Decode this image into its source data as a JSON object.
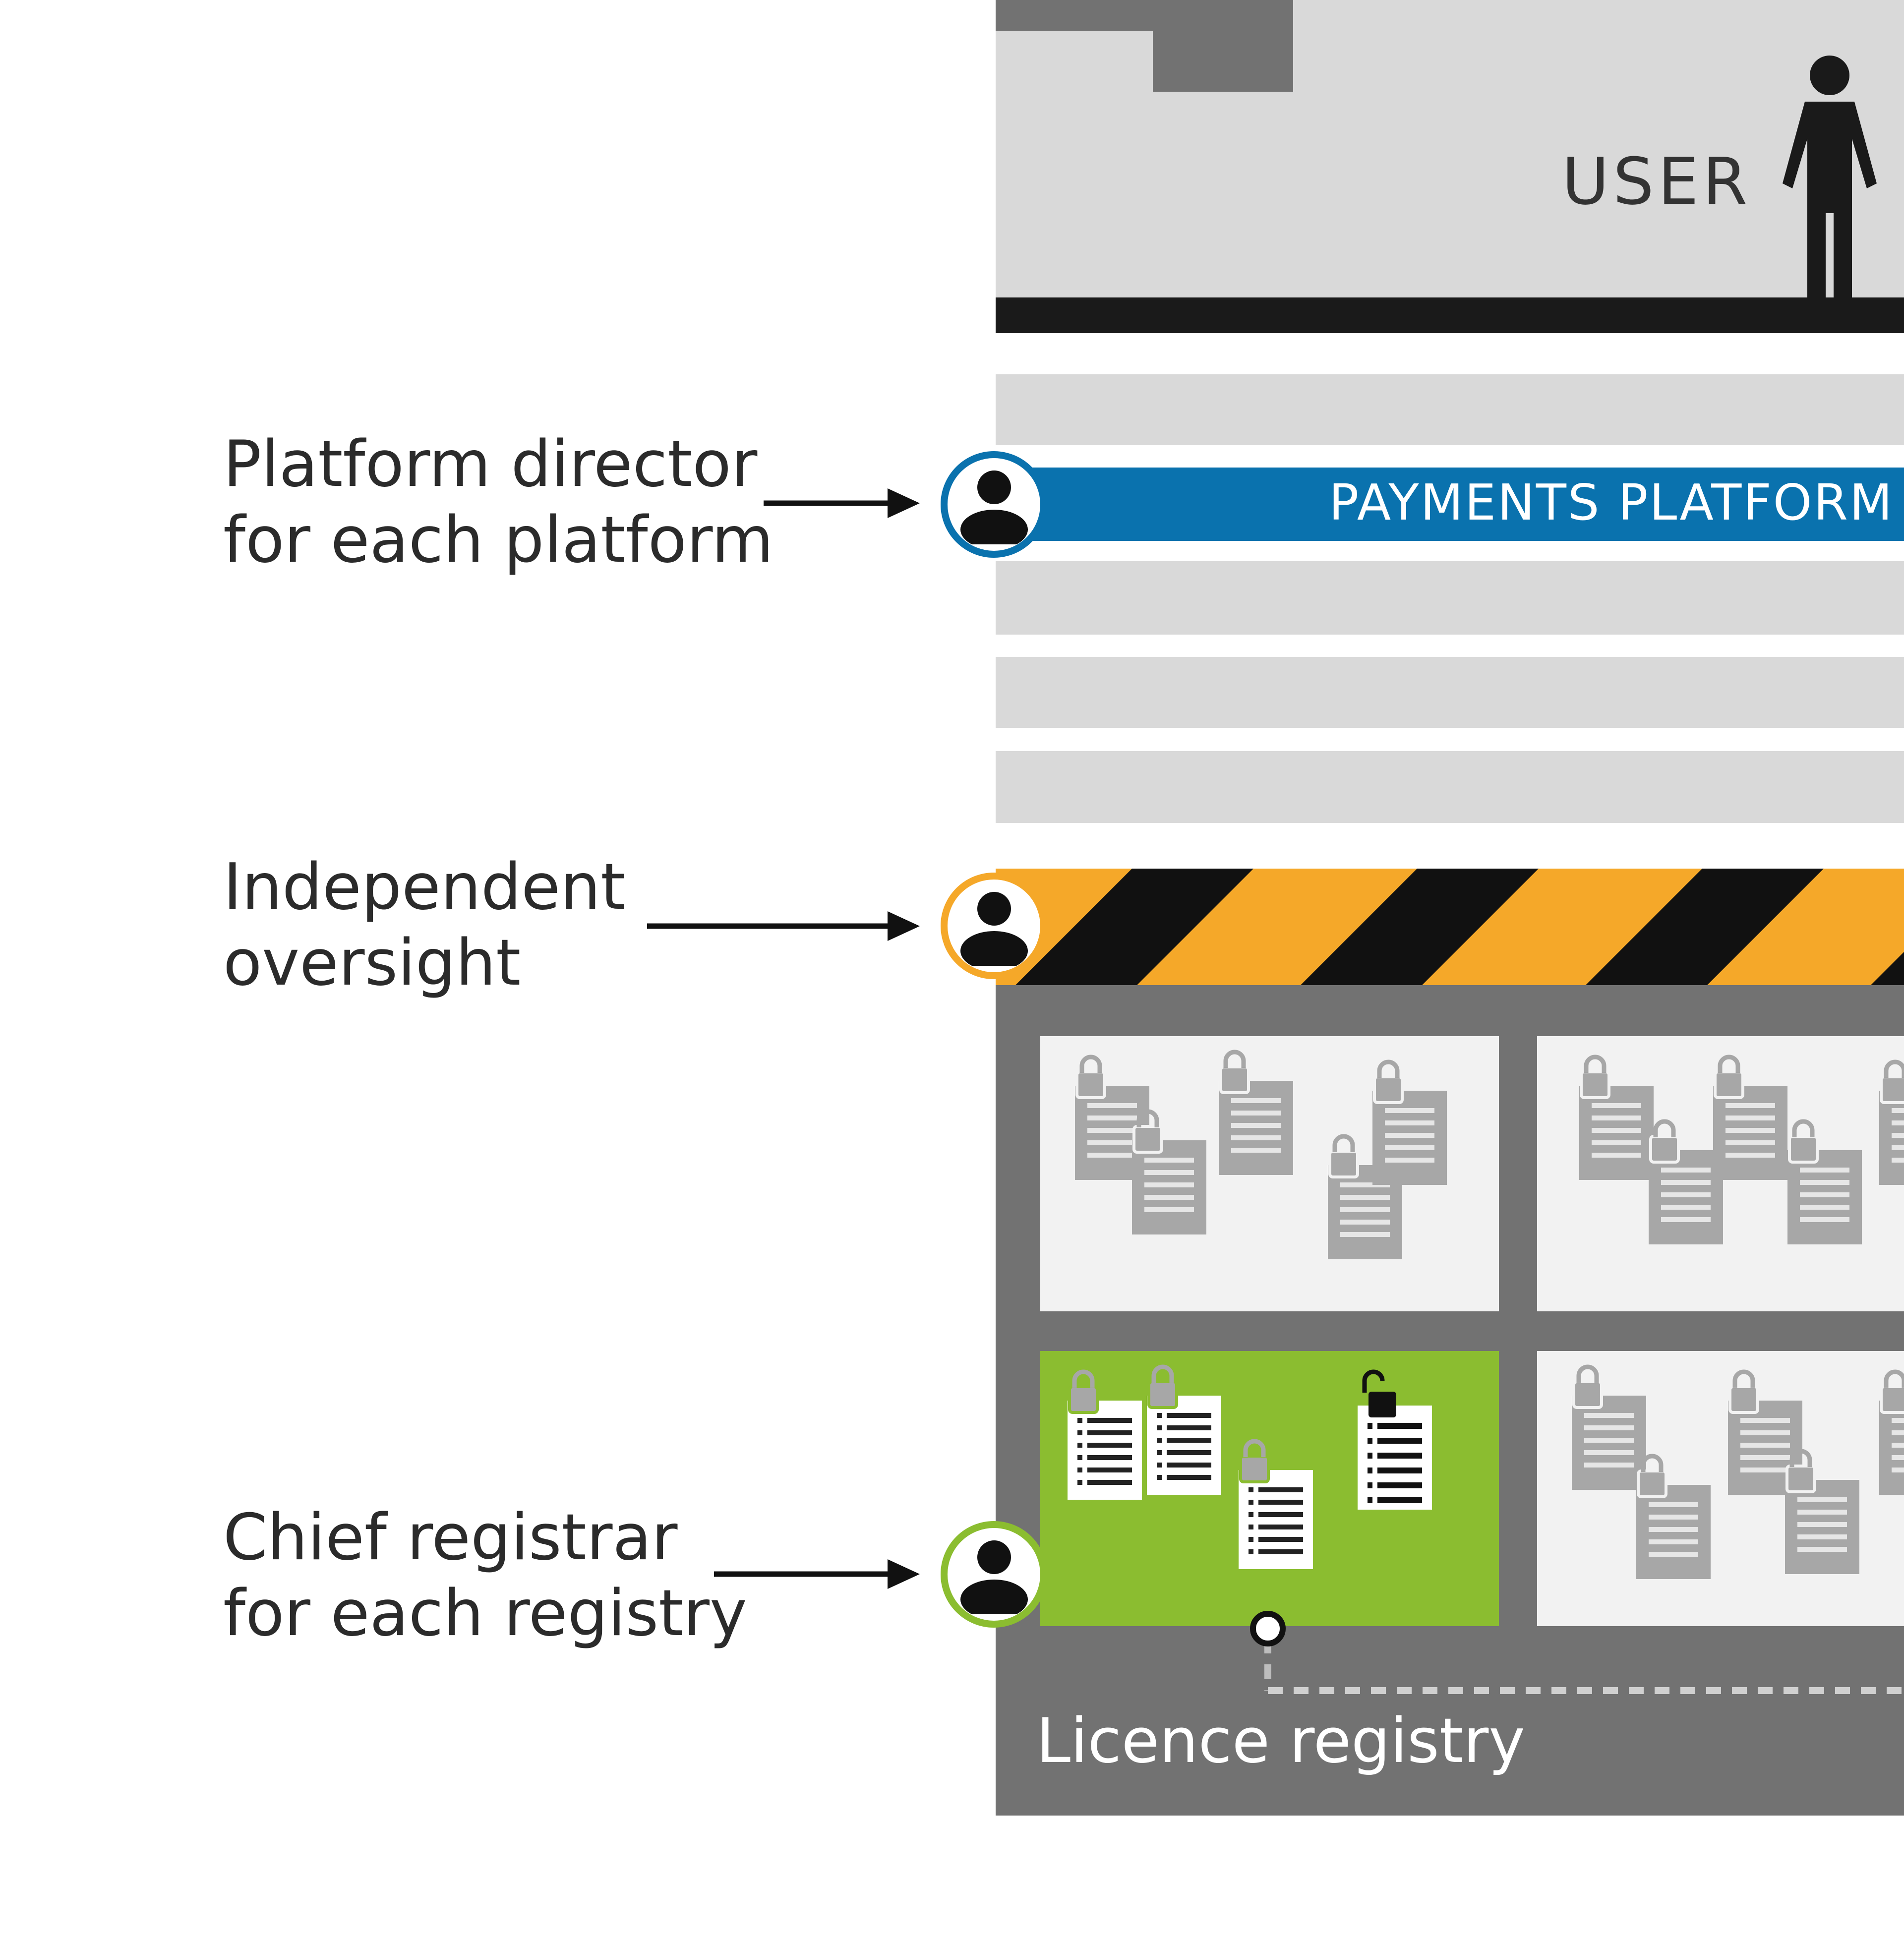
{
  "user": {
    "label": "USER"
  },
  "platform": {
    "label": "PAYMENTS PLATFORM"
  },
  "roles": [
    {
      "label": "Platform director\nfor each platform"
    },
    {
      "label": "Independent\noversight"
    },
    {
      "label": "Chief registrar\nfor each registry"
    }
  ],
  "registry": {
    "label": "Licence registry"
  },
  "colors": {
    "platform_blue": "#0a72ae",
    "oversight_orange": "#f5a829",
    "registry_green": "#8bbd30",
    "dark_gray": "#727272",
    "light_gray": "#d9d9d9"
  }
}
